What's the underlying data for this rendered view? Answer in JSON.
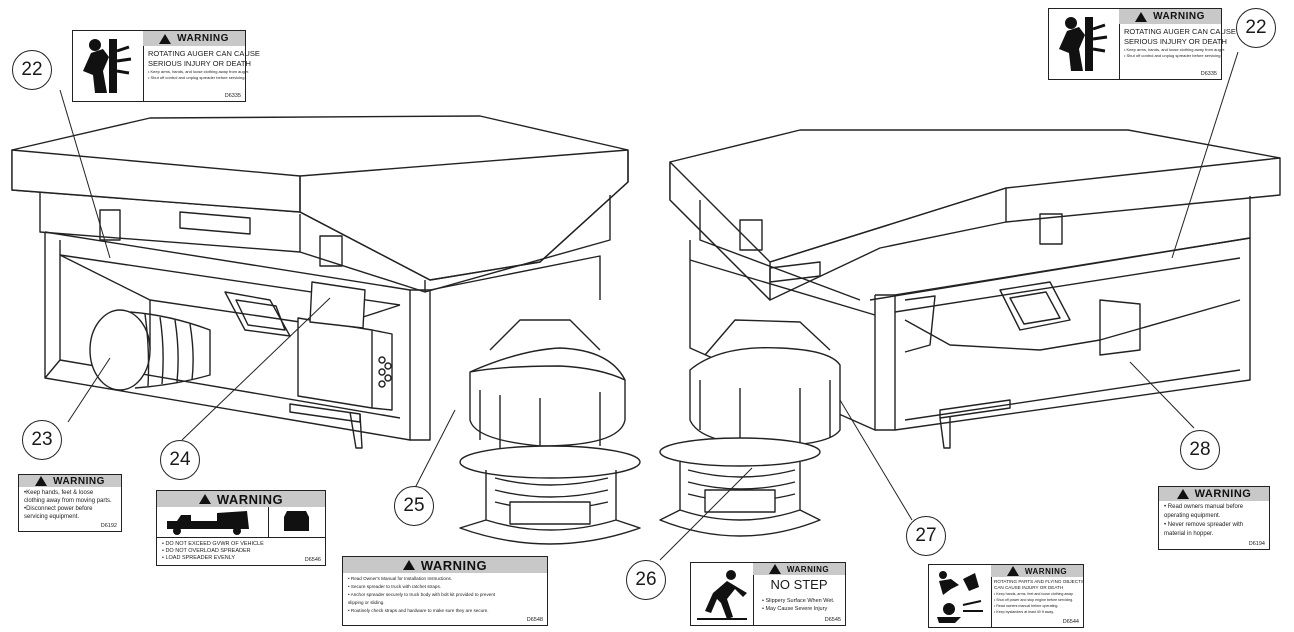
{
  "callouts": [
    "22",
    "22",
    "23",
    "24",
    "25",
    "26",
    "27",
    "28"
  ],
  "warning_word": "WARNING",
  "labels": {
    "auger": {
      "title": "WARNING",
      "lines": [
        "ROTATING AUGER CAN CAUSE",
        "SERIOUS INJURY OR DEATH",
        "• Keep arms, hands, and loose clothing away from auger.",
        "• Shut off control and unplug spreader before servicing."
      ],
      "code": "D6335"
    },
    "d6192": {
      "title": "WARNING",
      "lines": [
        "•Keep hands, feet & loose",
        " clothing away from moving parts.",
        "•Disconnect power before",
        " servicing equipment."
      ],
      "code": "D6192"
    },
    "d6546": {
      "title": "WARNING",
      "lines": [
        "• DO NOT EXCEED GVWR OF VEHICLE",
        "• DO NOT OVERLOAD SPREADER",
        "• LOAD SPREADER EVENLY"
      ],
      "code": "D6546"
    },
    "d6548": {
      "title": "WARNING",
      "lines": [
        "• Read Owner's Manual for Installation Instructions.",
        "• Secure spreader to truck with ratchet straps.",
        "• Anchor spreader securely to truck body with bolt kit provided to prevent",
        "   slipping or sliding.",
        "• Routinely check straps and hardware to make sure they are secure."
      ],
      "code": "D6548"
    },
    "nostep": {
      "title": "WARNING",
      "heading": "NO STEP",
      "lines": [
        "• Slippery Surface When Wet.",
        "• May Cause Severe Injury"
      ],
      "code": "D6545"
    },
    "flying": {
      "title": "WARNING",
      "lines": [
        "ROTATING PARTS AND FLYING OBJECTS",
        "CAN CAUSE INJURY OR DEATH",
        "• Keep hands, arms, feet and loose clothing away.",
        "• Shut off power and stop engine before servicing.",
        "• Read owners manual before operating.",
        "• Keep bystanders at least 40 ft away."
      ],
      "code": "D6544"
    },
    "d6194": {
      "title": "WARNING",
      "lines": [
        "• Read owners manual before",
        "  operating equipment.",
        "• Never remove spreader with",
        "  material in hopper."
      ],
      "code": "D6194"
    }
  }
}
